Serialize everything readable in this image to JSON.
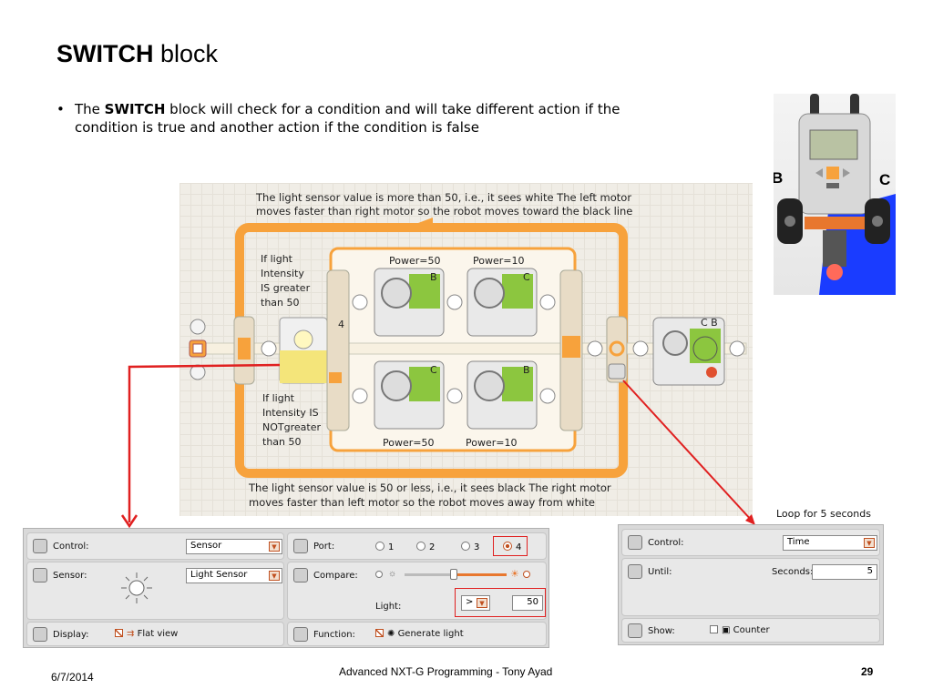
{
  "slide": {
    "title_bold": "SWITCH",
    "title_rest": " block",
    "bullet_pre": "The ",
    "bullet_bold": "SWITCH",
    "bullet_post": " block will check for a condition and will take different action if the condition is true and another action if the condition is false"
  },
  "robot": {
    "label_left": "B",
    "label_right": "C"
  },
  "program": {
    "top_note": [
      "The light sensor value is more than 50, i.e., it sees white The left motor",
      "moves faster than right motor so the robot moves toward the black line"
    ],
    "bottom_note": [
      "The light sensor value is 50 or less, i.e., it sees black The right motor",
      "moves faster than left motor so the robot moves away from white"
    ],
    "true_condition": [
      "If light",
      "Intensity",
      "IS greater",
      "than 50"
    ],
    "false_condition": [
      "If light",
      "Intensity IS",
      "NOTgreater",
      "than 50"
    ],
    "top_power_1": "Power=50",
    "top_power_2": "Power=10",
    "bottom_power_1": "Power=50",
    "bottom_power_2": "Power=10",
    "top_motor_1_port": "B",
    "top_motor_2_port": "C",
    "bottom_motor_1_port": "C",
    "bottom_motor_2_port": "B",
    "sensor_port": "4",
    "stop_block_ports": "C B"
  },
  "switch_panel": {
    "control_label": "Control:",
    "control_value": "Sensor",
    "sensor_label": "Sensor:",
    "sensor_value": "Light Sensor",
    "display_label": "Display:",
    "display_option": "Flat view",
    "port_label": "Port:",
    "ports": [
      "1",
      "2",
      "3",
      "4"
    ],
    "selected_port": "4",
    "compare_label": "Compare:",
    "light_label": "Light:",
    "compare_operator": ">",
    "compare_value": "50",
    "function_label": "Function:",
    "function_option": "Generate light"
  },
  "loop_panel": {
    "caption": "Loop for 5 seconds",
    "control_label": "Control:",
    "control_value": "Time",
    "until_label": "Until:",
    "seconds_label": "Seconds:",
    "seconds_value": "5",
    "show_label": "Show:",
    "show_option": "Counter"
  },
  "footer": {
    "date": "6/7/2014",
    "center": "Advanced NXT-G Programming - Tony Ayad",
    "page": "29"
  },
  "colors": {
    "arrow_red": "#e02020",
    "beam_orange": "#f7a23c",
    "motor_green": "#8cc63f"
  }
}
